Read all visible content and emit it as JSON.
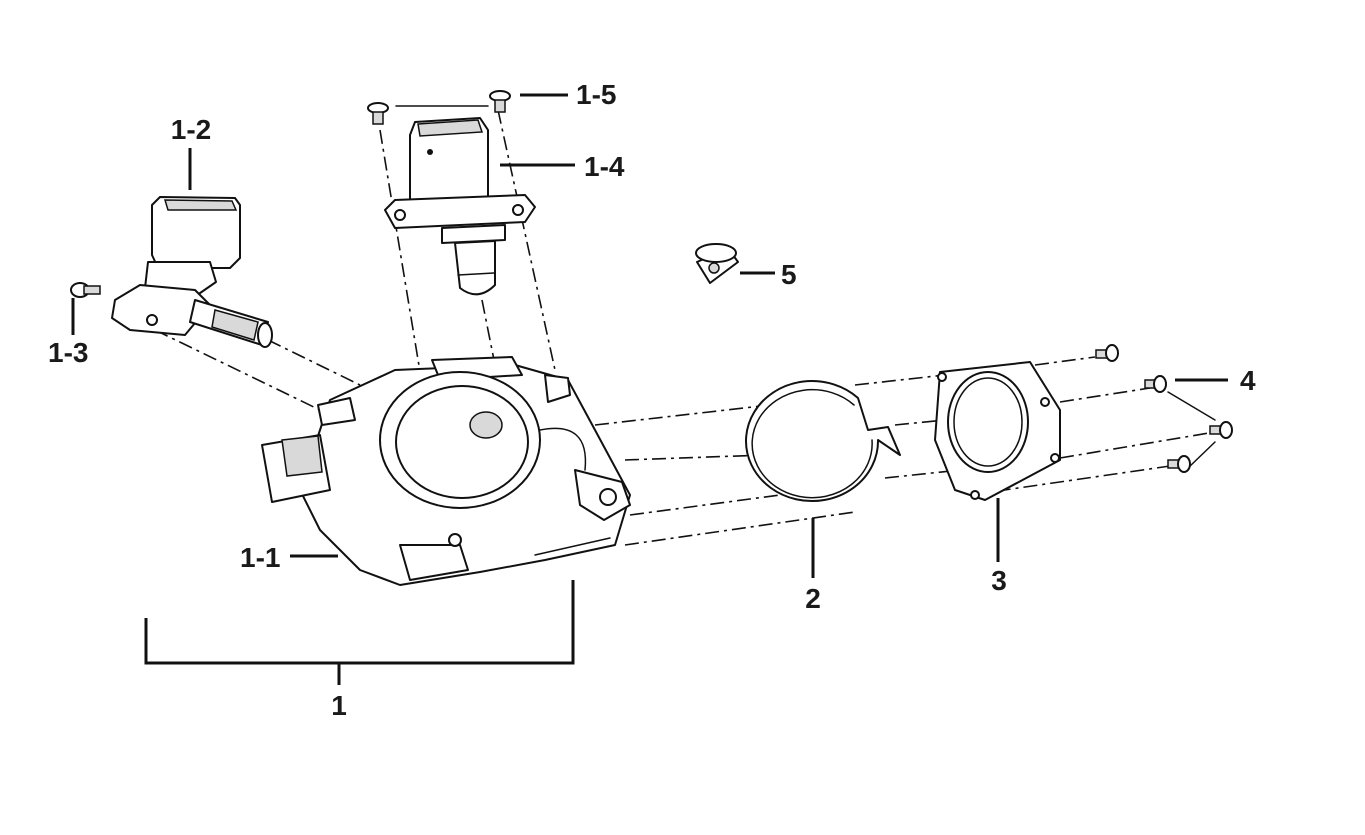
{
  "labels": {
    "assembly": "1",
    "throttle_body": "1-1",
    "sensor": "1-2",
    "sensor_screw": "1-3",
    "idle_valve": "1-4",
    "valve_screws": "1-5",
    "gasket_ring": "2",
    "spacer_plate": "3",
    "bolts": "4",
    "bushing": "5"
  }
}
